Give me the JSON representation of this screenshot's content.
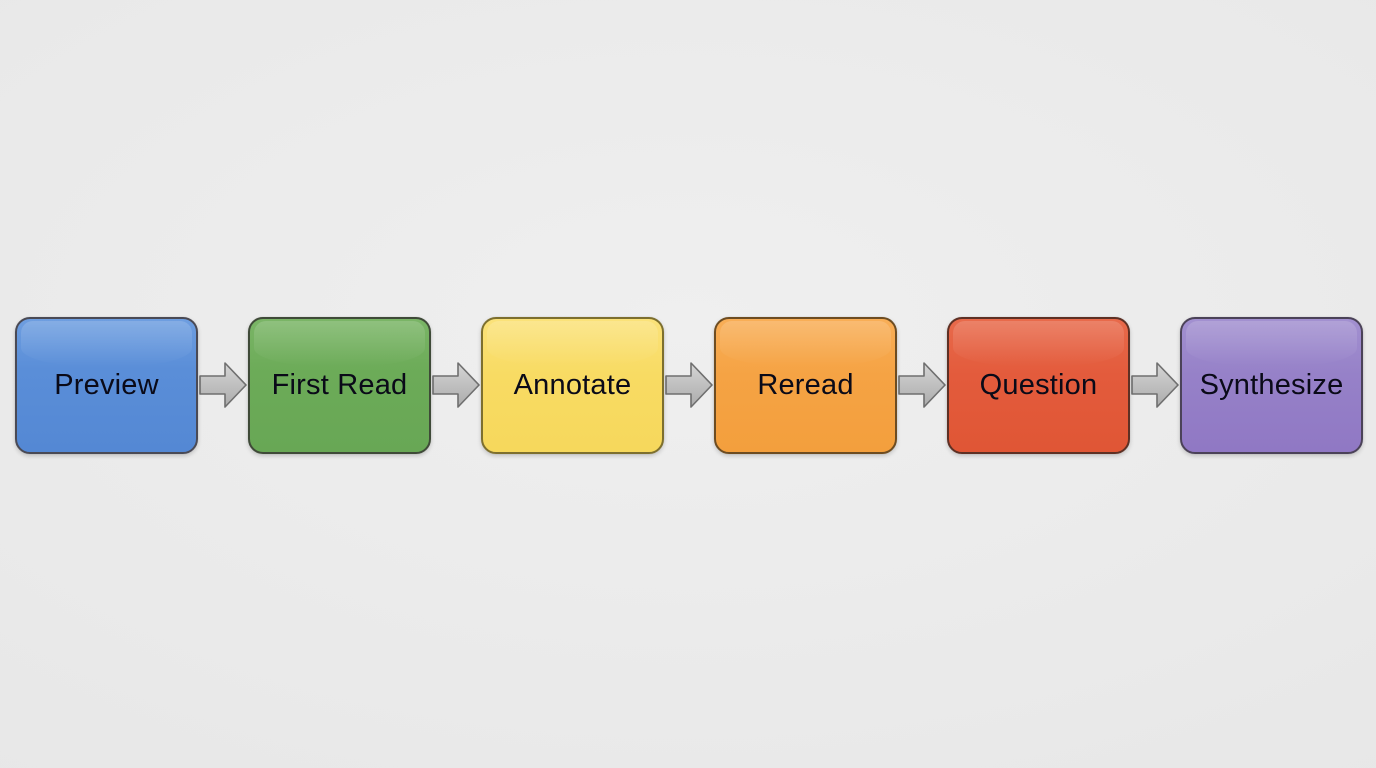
{
  "diagram": {
    "type": "process-flow",
    "orientation": "horizontal",
    "background_color": "#eaeaea",
    "connector_icon": "right-arrow-icon",
    "connector_color": "#b9b9b9",
    "connector_outline_color": "#6e6e6e",
    "text_color": "#0a0a18",
    "steps": [
      {
        "id": "preview",
        "label": "Preview",
        "fill": "#5a8ed8",
        "border": "#4a4a55"
      },
      {
        "id": "first-read",
        "label": "First Read",
        "fill": "#6cab58",
        "border": "#3f4a38"
      },
      {
        "id": "annotate",
        "label": "Annotate",
        "fill": "#f8db63",
        "border": "#7d6f2e"
      },
      {
        "id": "reread",
        "label": "Reread",
        "fill": "#f5a344",
        "border": "#6d4c21"
      },
      {
        "id": "question",
        "label": "Question",
        "fill": "#e35b3c",
        "border": "#5e3024"
      },
      {
        "id": "synthesize",
        "label": "Synthesize",
        "fill": "#9681c8",
        "border": "#4b4258"
      }
    ],
    "connectors": [
      {
        "from": "preview",
        "to": "first-read"
      },
      {
        "from": "first-read",
        "to": "annotate"
      },
      {
        "from": "annotate",
        "to": "reread"
      },
      {
        "from": "reread",
        "to": "question"
      },
      {
        "from": "question",
        "to": "synthesize"
      }
    ]
  }
}
